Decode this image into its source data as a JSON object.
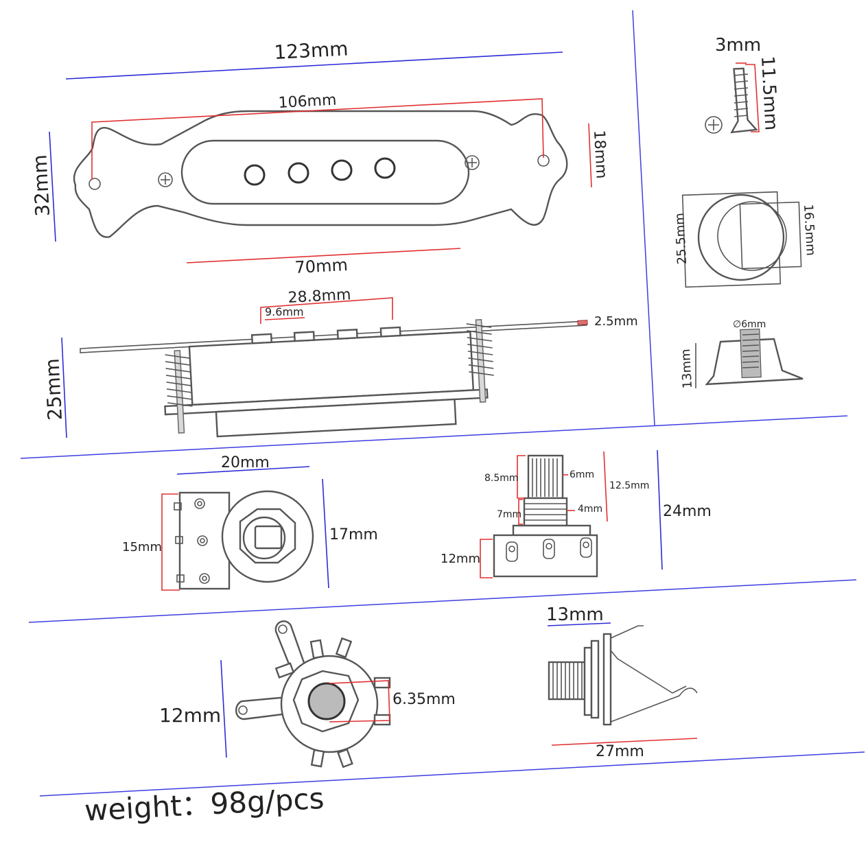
{
  "pickup": {
    "overall_length": "123mm",
    "mount_hole_spacing": "106mm",
    "overall_width": "32mm",
    "cover_width": "18mm",
    "cover_length": "70mm"
  },
  "pickup_side": {
    "pole_span": "28.8mm",
    "pole_width": "9.6mm",
    "wire_diameter": "2.5mm",
    "height": "25mm"
  },
  "screw": {
    "head_diameter": "3mm",
    "length": "11.5mm"
  },
  "knob": {
    "outer_diameter": "25.5mm",
    "inner_diameter": "16.5mm",
    "shaft_hole": "∅6mm",
    "height": "13mm"
  },
  "switch": {
    "width": "20mm",
    "lug_height": "15mm",
    "depth": "17mm"
  },
  "pot": {
    "shaft_length": "8.5mm",
    "shaft_diameter": "6mm",
    "shaft_total": "12.5mm",
    "bushing_length": "7mm",
    "bushing_gap": "4mm",
    "body_height": "12mm",
    "total_height": "24mm"
  },
  "jack_front": {
    "height": "12mm",
    "bore": "6.35mm"
  },
  "jack_side": {
    "thread_length": "13mm",
    "total_length": "27mm"
  },
  "footer": {
    "weight": "weight：98g/pcs"
  }
}
